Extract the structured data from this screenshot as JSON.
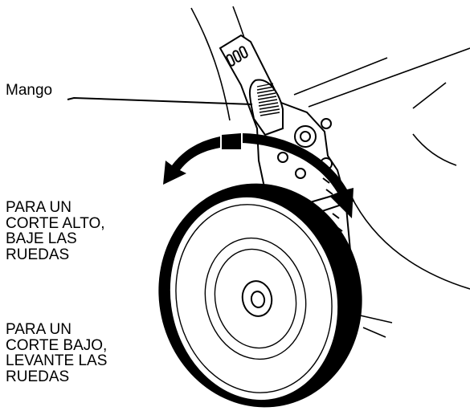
{
  "labels": {
    "handle": "Mango",
    "raise_cut": [
      "PARA UN",
      "CORTE ALTO,",
      "BAJE LAS",
      "RUEDAS"
    ],
    "lower_cut": [
      "PARA UN",
      "CORTE BAJO,",
      "LEVANTE LAS",
      "RUEDAS"
    ]
  },
  "colors": {
    "ink": "#000000",
    "paper": "#ffffff"
  }
}
